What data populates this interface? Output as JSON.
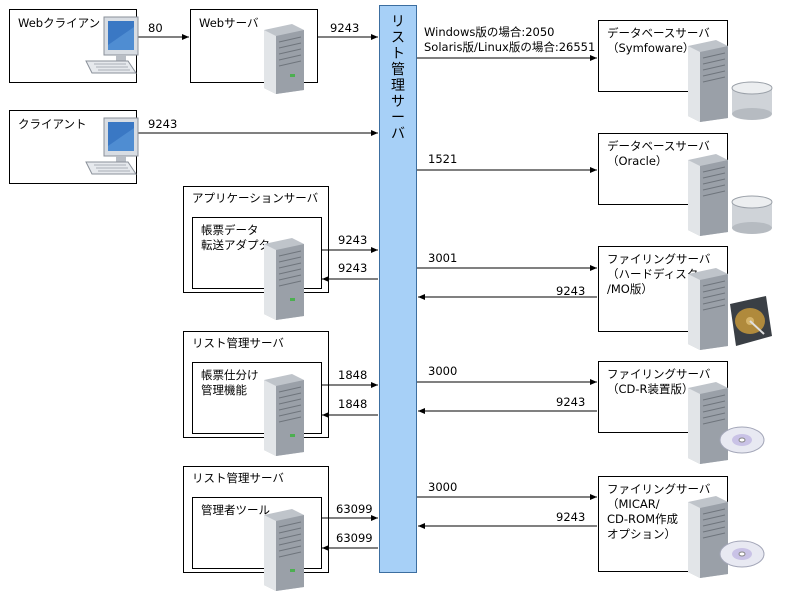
{
  "central": {
    "label": "リ\nス\nト\n管\n理\nサ\nー\nバ"
  },
  "left": {
    "web_client": {
      "label": "Webクライアント",
      "port": "80"
    },
    "web_server": {
      "label": "Webサーバ",
      "port": "9243"
    },
    "client": {
      "label": "クライアント",
      "port": "9243"
    },
    "app_server": {
      "title": "アプリケーションサーバ",
      "inner": "帳票データ\n転送アダプタ",
      "port_out": "9243",
      "port_in": "9243"
    },
    "list_server_1": {
      "title": "リスト管理サーバ",
      "inner": "帳票仕分け\n管理機能",
      "port_out": "1848",
      "port_in": "1848"
    },
    "list_server_2": {
      "title": "リスト管理サーバ",
      "inner": "管理者ツール",
      "port_out": "63099",
      "port_in": "63099"
    }
  },
  "right": {
    "db_symfoware": {
      "label": "データベースサーバ\n（Symfoware）",
      "port_note": "Windows版の場合:2050\nSolaris版/Linux版の場合:26551"
    },
    "db_oracle": {
      "label": "データベースサーバ\n（Oracle）",
      "port": "1521"
    },
    "filing_hd": {
      "label": "ファイリングサーバ\n（ハードディスク\n/MO版）",
      "port_out": "3001",
      "port_in": "9243"
    },
    "filing_cdr": {
      "label": "ファイリングサーバ\n（CD-R装置版）",
      "port_out": "3000",
      "port_in": "9243"
    },
    "filing_micar": {
      "label": "ファイリングサーバ\n（MICAR/\nCD-ROM作成\nオプション）",
      "port_out": "3000",
      "port_in": "9243"
    }
  }
}
